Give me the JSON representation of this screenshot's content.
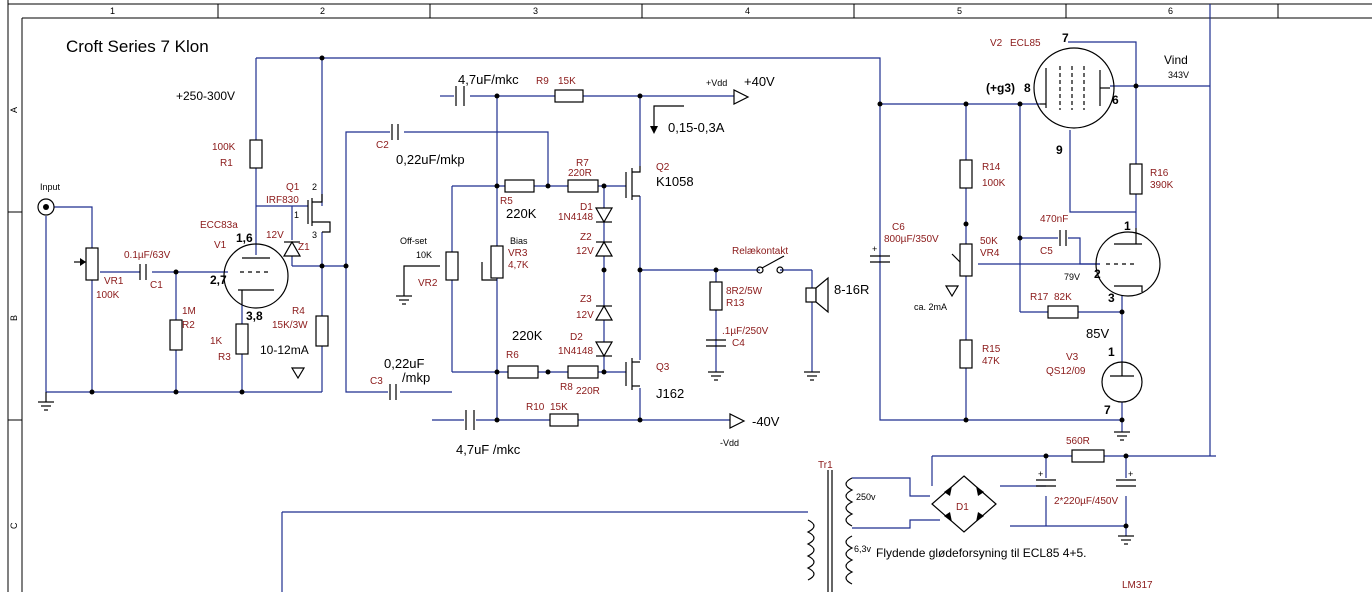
{
  "title": "Croft Series 7 Klon",
  "frame": {
    "columns": [
      "1",
      "2",
      "3",
      "4",
      "5",
      "6"
    ],
    "rows": [
      "A",
      "B",
      "C"
    ]
  },
  "supply": {
    "hv": "+250-300V",
    "vdd_pos": "+Vdd",
    "vdd_pos_val": "+40V",
    "vdd_neg": "-Vdd",
    "vdd_neg_val": "-40V",
    "current": "0,15-0,3A",
    "cap_top": "4,7uF/mkc",
    "cap_bot": "4,7uF /mkc"
  },
  "input": {
    "label": "Input",
    "vr1_name": "VR1",
    "vr1_val": "100K"
  },
  "components": {
    "c1_val": "0.1µF/63V",
    "c1_name": "C1",
    "r2_name": "R2",
    "r2_val": "1M",
    "r1_val": "100K",
    "r1_name": "R1",
    "r3_val": "1K",
    "r3_name": "R3",
    "v1_type": "ECC83a",
    "v1_name": "V1",
    "v1_pin16": "1,6",
    "v1_pin27": "2,7",
    "v1_pin38": "3,8",
    "q1_name": "Q1",
    "q1_type": "IRF830",
    "q1_p1": "1",
    "q1_p2": "2",
    "q1_p3": "3",
    "z1_v": "12V",
    "z1_name": "Z1",
    "r4_name": "R4",
    "r4_val": "15K/3W",
    "i_tail": "10-12mA",
    "c2_name": "C2",
    "c2_val": "0,22uF/mkp",
    "c3_name": "C3",
    "c3_val_a": "0,22uF",
    "c3_val_b": "/mkp",
    "r9_name": "R9",
    "r9_val": "15K",
    "r10_name": "R10",
    "r10_val": "15K",
    "r5_name": "R5",
    "r5_big": "220K",
    "r6_name": "R6",
    "r6_big": "220K",
    "r7_name": "R7",
    "r7_val": "220R",
    "r8_name": "R8",
    "r8_val": "220R",
    "d1_name": "D1",
    "d1_type": "1N4148",
    "d2_name": "D2",
    "d2_type": "1N4148",
    "z2_name": "Z2",
    "z2_v": "12V",
    "z3_name": "Z3",
    "z3_v": "12V",
    "offset_label": "Off-set",
    "vr2_val": "10K",
    "vr2_name": "VR2",
    "bias_label": "Bias",
    "vr3_name": "VR3",
    "vr3_val": "4,7K",
    "q2_name": "Q2",
    "q2_type": "K1058",
    "q3_name": "Q3",
    "q3_type": "J162",
    "relay": "Relækontakt",
    "r13_val": "8R2/5W",
    "r13_name": "R13",
    "c4_val": ".1µF/250V",
    "c4_name": "C4",
    "spk": "8-16R",
    "c6_name": "C6",
    "c6_val": "800µF/350V",
    "r14_name": "R14",
    "r14_val": "100K",
    "vr4_val": "50K",
    "vr4_name": "VR4",
    "i_vr4": "ca. 2mA",
    "r15_name": "R15",
    "r15_val": "47K",
    "c5_val": "470nF",
    "c5_name": "C5",
    "v2_name": "V2",
    "v2_type": "ECL85",
    "v2_p7": "7",
    "v2_p8": "8",
    "v2_p6": "6",
    "v2_p9": "9",
    "g3": "(+g3)",
    "r16_name": "R16",
    "r16_val": "390K",
    "vind": "Vind",
    "vind_v": "343V",
    "t_p1": "1",
    "t_p2": "2",
    "t_p3": "3",
    "v79": "79V",
    "r17_name": "R17",
    "r17_val": "82K",
    "v85": "85V",
    "v3_p1": "1",
    "v3_name": "V3",
    "v3_type": "QS12/09",
    "v3_p7": "7",
    "r560": "560R",
    "tr1": "Tr1",
    "tr_250": "250v",
    "tr_63": "6,3v",
    "d1b": "D1",
    "caps_psu": "2*220µF/450V",
    "heater_note": "Flydende glødeforsyning til ECL85 4+5.",
    "lm317": "LM317"
  }
}
